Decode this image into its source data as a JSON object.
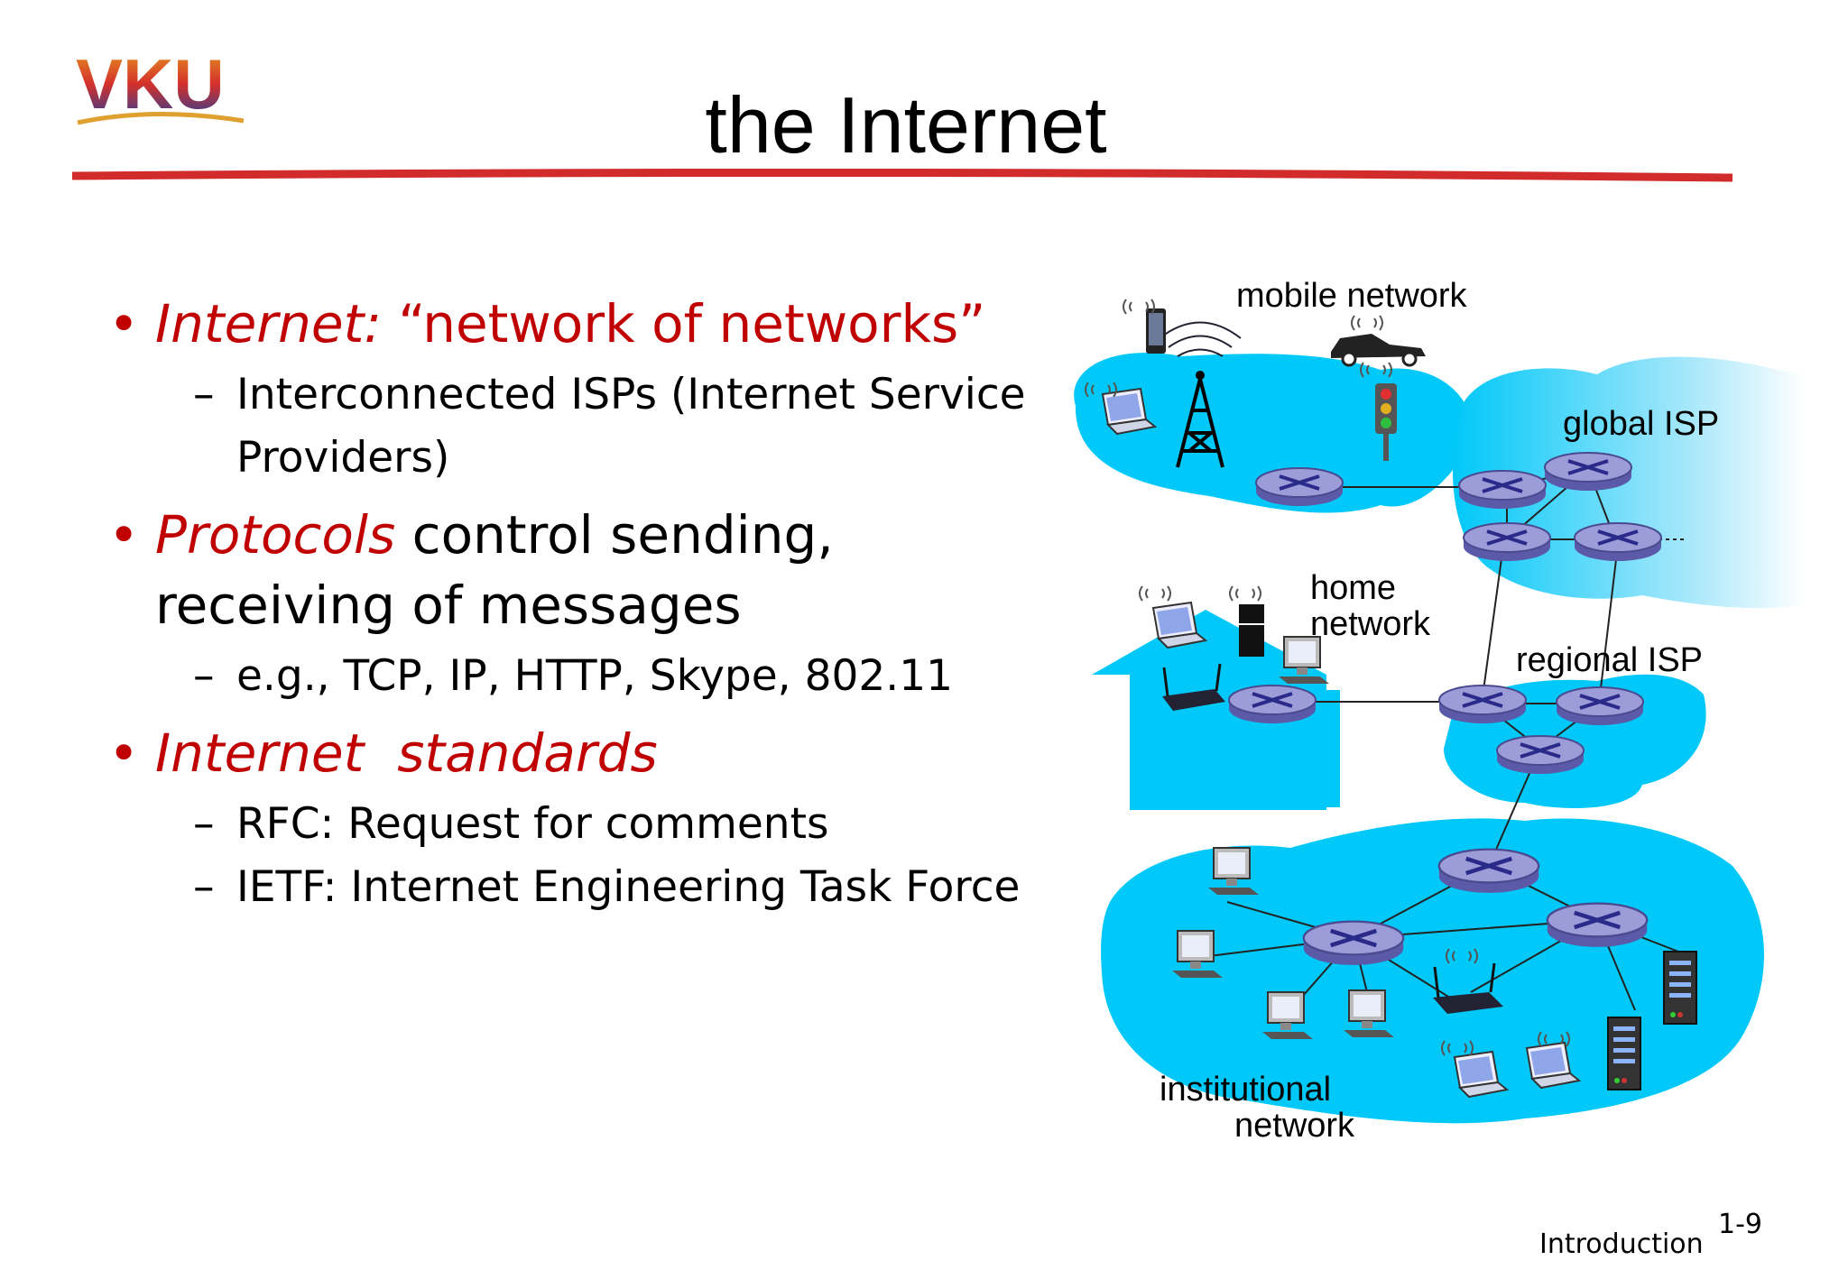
{
  "logo": {
    "text": "VKU"
  },
  "title": "the Internet",
  "bullets": [
    {
      "lead": "Internet:",
      "rest": "“network of networks”",
      "subs": [
        "Interconnected ISPs (Internet Service",
        "Providers)"
      ]
    },
    {
      "lead": "Protocols",
      "rest": " control sending,",
      "line2": "receiving of messages",
      "subs": [
        "e.g., TCP, IP, HTTP, Skype,  802.11"
      ]
    },
    {
      "lead": "Internet  standards",
      "rest": "",
      "subs": [
        "RFC: Request for comments",
        "IETF: Internet Engineering Task Force"
      ]
    }
  ],
  "diagram": {
    "labels": {
      "mobile": "mobile network",
      "global": "global ISP",
      "home_1": "home",
      "home_2": "network",
      "regional": "regional ISP",
      "inst_1": "institutional",
      "inst_2": "network"
    }
  },
  "footer": {
    "label": "Introduction",
    "page": "1-9"
  },
  "colors": {
    "accent_red": "#c00000",
    "cloud": "#00c8f8",
    "router": "#7f7fc8",
    "title_rule": "#d22b2b"
  }
}
